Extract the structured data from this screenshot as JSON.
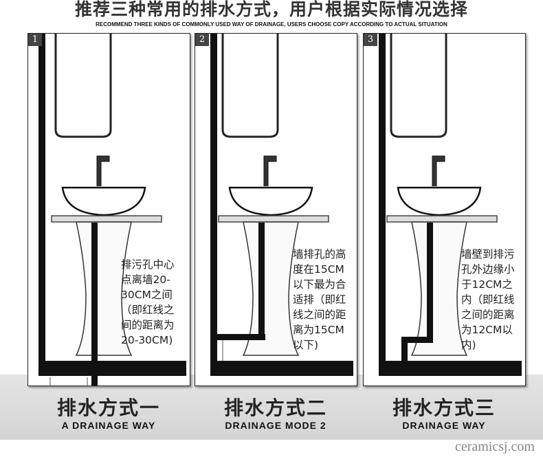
{
  "header": {
    "title": "推荐三种常用的排水方式，用户根据实际情况选择",
    "subtitle": "RECOMMEND THREE KINDS OF COMMONLY USED WAY OF DRAINAGE, USERS CHOOSE COPY ACCORDING TO ACTUAL SITUATION"
  },
  "panels": [
    {
      "number": "1",
      "note": "排污孔中心\n点离墙20-\n30CM之间\n（即红线之\n间的距离为\n20-30CM)",
      "caption_cn": "排水方式一",
      "caption_en": "A DRAINAGE WAY"
    },
    {
      "number": "2",
      "note": "墙排孔的高\n度在15CM\n以下最为合\n适排（即红\n线之间的距\n离为15CM\n以下)",
      "caption_cn": "排水方式二",
      "caption_en": "DRAINAGE MODE 2"
    },
    {
      "number": "3",
      "note": "墙壁到排污\n孔外边缘小\n于12CM之\n内（即红线\n之间的距离\n为12CM以\n内)",
      "caption_cn": "排水方式三",
      "caption_en": "DRAINAGE WAY"
    }
  ],
  "watermark": "ceramicsj.com"
}
